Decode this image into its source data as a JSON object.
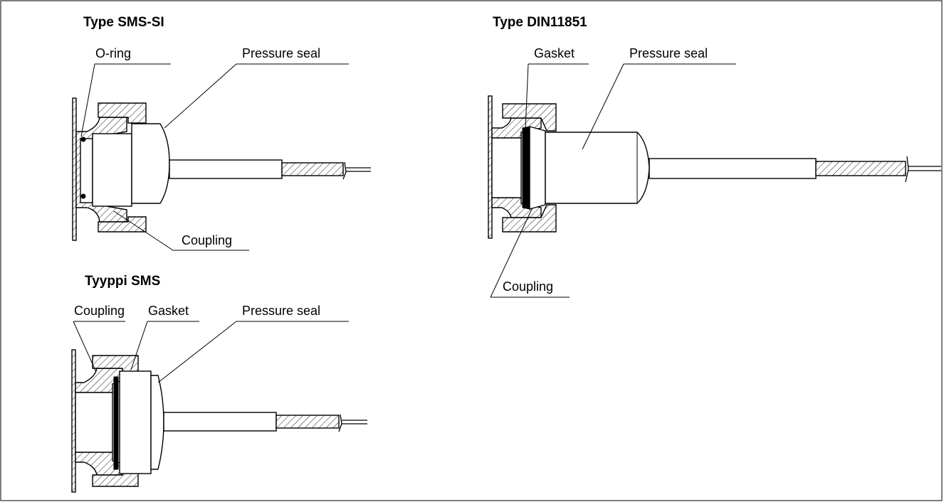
{
  "sms_si": {
    "title": "Type SMS-SI",
    "label_oring": "O-ring",
    "label_pressure_seal": "Pressure seal",
    "label_coupling": "Coupling"
  },
  "sms": {
    "title": "Tyyppi SMS",
    "label_coupling": "Coupling",
    "label_gasket": "Gasket",
    "label_pressure_seal": "Pressure seal"
  },
  "din": {
    "title": "Type DIN11851",
    "label_gasket": "Gasket",
    "label_pressure_seal": "Pressure seal",
    "label_coupling": "Coupling"
  }
}
